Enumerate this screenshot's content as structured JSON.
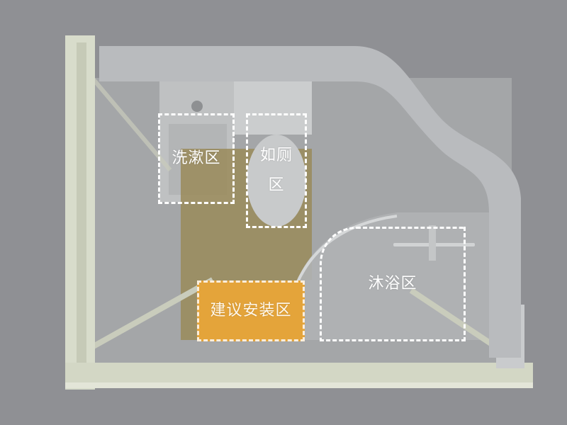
{
  "diagram": {
    "title": "",
    "type": "bathroom floor plan (top view)",
    "zones": [
      {
        "id": "wash",
        "label": "洗漱区"
      },
      {
        "id": "toilet",
        "label_line1": "如厕",
        "label_line2": "区"
      },
      {
        "id": "shower",
        "label": "沐浴区"
      },
      {
        "id": "install",
        "label": "建议安装区"
      }
    ]
  },
  "colors": {
    "background": "#8f9094",
    "ceiling_band": "#b8babd",
    "frame": "#d8dccb",
    "floor_mat": "#9a8b5a",
    "install_highlight": "#e4a43a",
    "dashed_outline": "#ffffff"
  }
}
